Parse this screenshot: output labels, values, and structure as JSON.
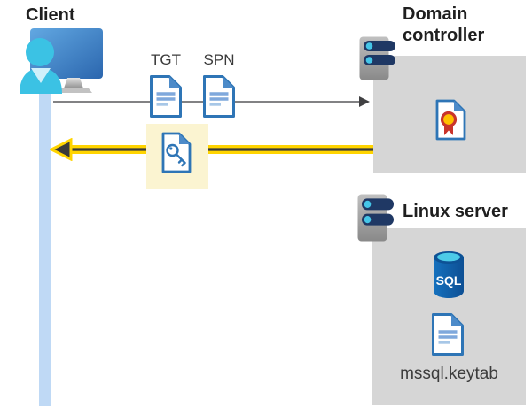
{
  "client": {
    "label": "Client"
  },
  "tickets": {
    "tgt_label": "TGT",
    "spn_label": "SPN"
  },
  "domain_controller": {
    "title": "Domain controller"
  },
  "linux_server": {
    "title": "Linux server",
    "database_label": "SQL",
    "keytab_file": "mssql.keytab"
  },
  "icons": {
    "client": "user-at-monitor-icon",
    "ticket": "document-icon",
    "service_ticket": "key-document-icon",
    "server": "server-icon",
    "certificate": "certificate-icon",
    "database": "sql-database-icon",
    "request": "right-arrow",
    "response": "left-yellow-arrow"
  },
  "colors": {
    "doc_border_blue": "#2e75b6",
    "doc_fold_blue": "#4d8bc9",
    "doc_line_blue": "#7fa8dc",
    "client_cyan": "#3bc2e4",
    "monitor_blue": "#2b66ae",
    "lifeline_blue": "#bfd9f5",
    "box_gray": "#d6d6d6",
    "server_navy": "#1f3864",
    "led_cyan": "#45c6e8",
    "arrow_gray": "#58595b",
    "arrow_yellow": "#ffd400",
    "arrow_core_dark": "#3a3a3a",
    "highlight_cream": "#fbf4d1",
    "cert_red": "#c9342b",
    "cert_yellow": "#ffc000",
    "sql_body_blue": "#1064ae",
    "sql_top_cyan": "#4ccbe8"
  }
}
